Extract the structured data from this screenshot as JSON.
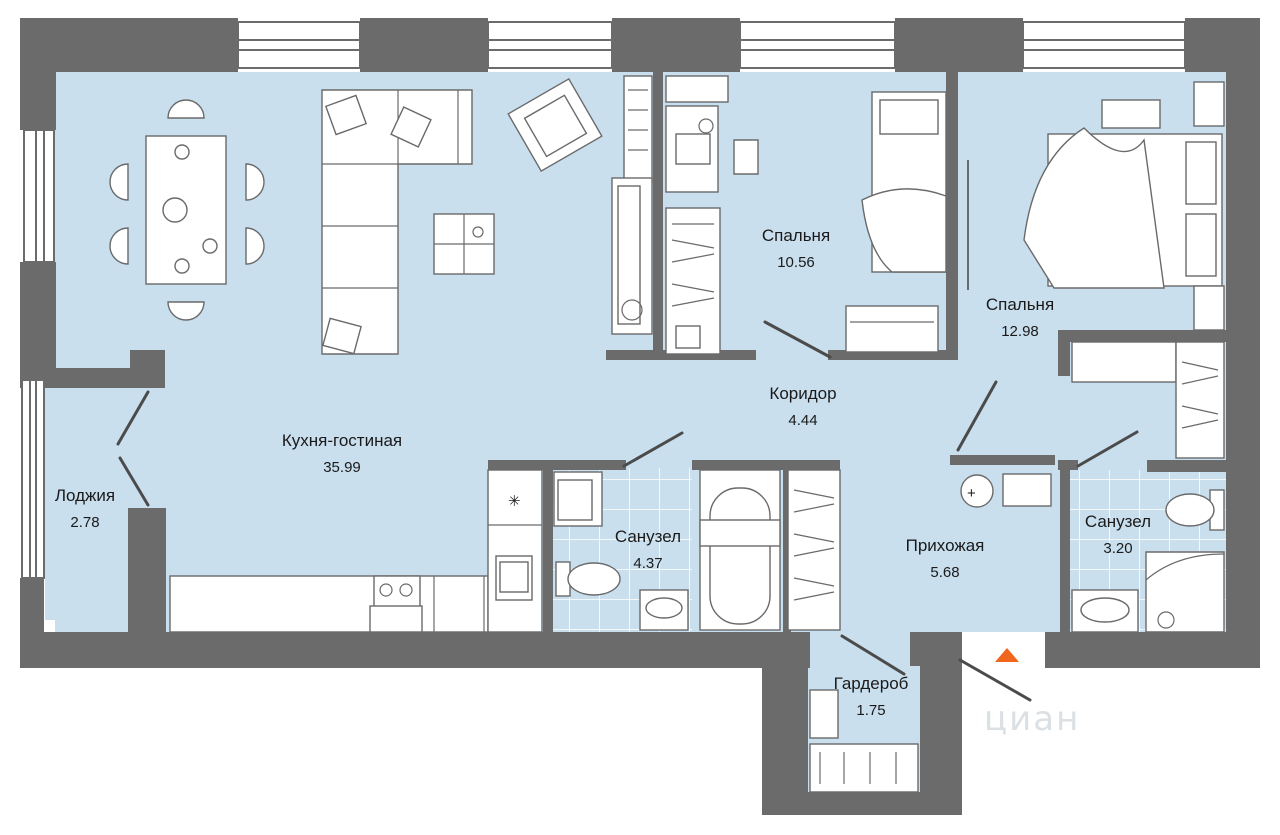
{
  "rooms": [
    {
      "id": "kitchen-living",
      "name": "Кухня-гостиная",
      "area": "35.99"
    },
    {
      "id": "bedroom-1",
      "name": "Спальня",
      "area": "10.56"
    },
    {
      "id": "bedroom-2",
      "name": "Спальня",
      "area": "12.98"
    },
    {
      "id": "corridor",
      "name": "Коридор",
      "area": "4.44"
    },
    {
      "id": "loggia",
      "name": "Лоджия",
      "area": "2.78"
    },
    {
      "id": "bathroom-1",
      "name": "Санузел",
      "area": "4.37"
    },
    {
      "id": "hallway",
      "name": "Прихожая",
      "area": "5.68"
    },
    {
      "id": "bathroom-2",
      "name": "Санузел",
      "area": "3.20"
    },
    {
      "id": "wardrobe",
      "name": "Гардероб",
      "area": "1.75"
    }
  ],
  "watermark": "циан",
  "colors": {
    "floor": "#c9dfee",
    "tile_grid": "#ffffff",
    "wall": "#6b6b6b",
    "entrance_marker": "#f0661c"
  },
  "icons": [
    "entrance-arrow-icon",
    "sofa-icon",
    "bed-icon",
    "toilet-icon",
    "bathtub-icon",
    "shower-icon",
    "sink-icon",
    "stove-icon",
    "dining-table-icon",
    "desk-icon",
    "armchair-icon",
    "wardrobe-icon",
    "washing-machine-icon",
    "air-conditioner-icon"
  ]
}
